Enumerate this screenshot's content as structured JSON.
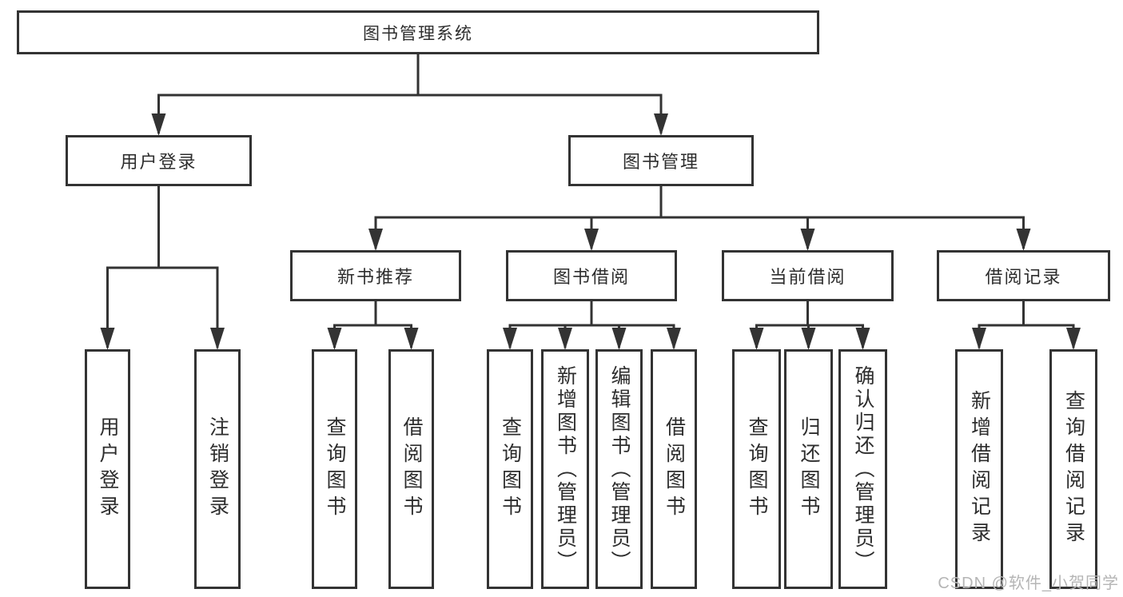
{
  "diagram": {
    "watermark": "CSDN @软件_小贺同学",
    "colors": {
      "line": "#333333",
      "text": "#2d2d2d",
      "watermark": "#b5b5b5",
      "background": "#ffffff"
    },
    "nodes": [
      {
        "id": "root",
        "label": "图书管理系统",
        "parent": null
      },
      {
        "id": "user-login",
        "label": "用户登录",
        "parent": "root"
      },
      {
        "id": "book-mgmt",
        "label": "图书管理",
        "parent": "root"
      },
      {
        "id": "new-book-rec",
        "label": "新书推荐",
        "parent": "book-mgmt"
      },
      {
        "id": "book-borrow",
        "label": "图书借阅",
        "parent": "book-mgmt"
      },
      {
        "id": "current-borrow",
        "label": "当前借阅",
        "parent": "book-mgmt"
      },
      {
        "id": "borrow-records",
        "label": "借阅记录",
        "parent": "book-mgmt"
      },
      {
        "id": "login",
        "label": "用户登录",
        "parent": "user-login",
        "orientation": "vertical"
      },
      {
        "id": "logout",
        "label": "注销登录",
        "parent": "user-login",
        "orientation": "vertical"
      },
      {
        "id": "query-book-rec",
        "label": "查询图书",
        "parent": "new-book-rec",
        "orientation": "vertical"
      },
      {
        "id": "borrow-book-rec",
        "label": "借阅图书",
        "parent": "new-book-rec",
        "orientation": "vertical"
      },
      {
        "id": "query-book-borrow",
        "label": "查询图书",
        "parent": "book-borrow",
        "orientation": "vertical"
      },
      {
        "id": "add-book",
        "label": "新增图书（管理员）",
        "parent": "book-borrow",
        "orientation": "vertical"
      },
      {
        "id": "edit-book",
        "label": "编辑图书（管理员）",
        "parent": "book-borrow",
        "orientation": "vertical"
      },
      {
        "id": "borrow-book",
        "label": "借阅图书",
        "parent": "book-borrow",
        "orientation": "vertical"
      },
      {
        "id": "query-book-current",
        "label": "查询图书",
        "parent": "current-borrow",
        "orientation": "vertical"
      },
      {
        "id": "return-book",
        "label": "归还图书",
        "parent": "current-borrow",
        "orientation": "vertical"
      },
      {
        "id": "confirm-return",
        "label": "确认归还（管理员）",
        "parent": "current-borrow",
        "orientation": "vertical"
      },
      {
        "id": "add-borrow-record",
        "label": "新增借阅记录",
        "parent": "borrow-records",
        "orientation": "vertical"
      },
      {
        "id": "query-borrow-record",
        "label": "查询借阅记录",
        "parent": "borrow-records",
        "orientation": "vertical"
      }
    ]
  }
}
